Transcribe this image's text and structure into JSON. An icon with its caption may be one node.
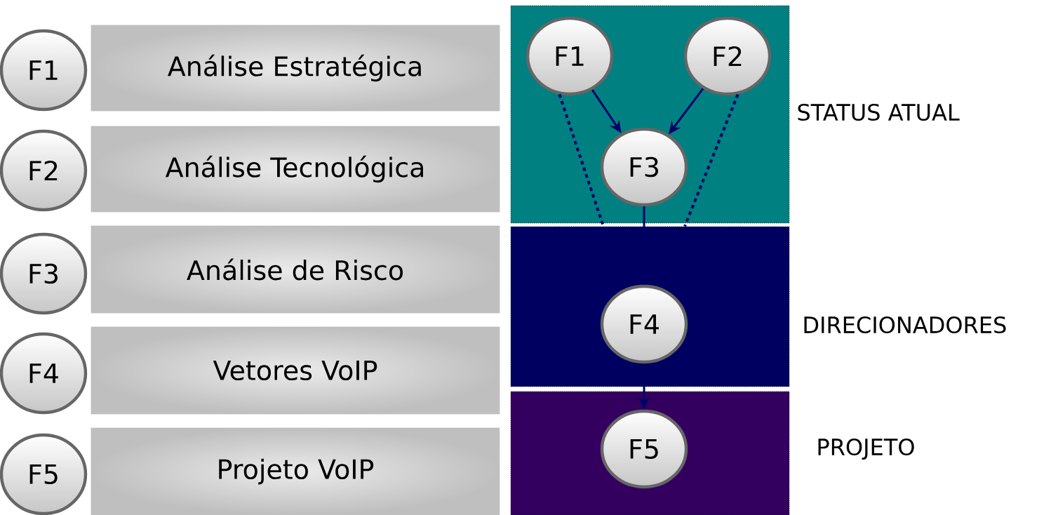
{
  "diagram": {
    "nodes": [
      {
        "text": [
          "F1"
        ]
      },
      {
        "text": [
          "Análise Estratégica"
        ]
      },
      {
        "text": [
          "F2"
        ]
      },
      {
        "text": [
          "Análise Tecnológica"
        ]
      },
      {
        "text": [
          "F3"
        ]
      },
      {
        "text": [
          "Análise de Risco"
        ]
      },
      {
        "text": [
          "F4"
        ]
      },
      {
        "text": [
          "Vetores VoIP"
        ]
      },
      {
        "text": [
          "F5"
        ]
      },
      {
        "text": [
          "Projeto VoIP"
        ]
      },
      {
        "text": [
          "STATUS ATUAL"
        ]
      },
      {
        "text": [
          "DIRECIONADORES"
        ]
      },
      {
        "text": [
          "PROJETO"
        ]
      },
      {
        "text": [
          "F1"
        ],
        "in": 10
      },
      {
        "text": [
          "F2"
        ],
        "in": 10
      },
      {
        "text": [
          "F3"
        ],
        "in": 10
      },
      {
        "text": [
          "F4"
        ],
        "in": 11
      },
      {
        "text": [
          "F5"
        ],
        "in": 12
      }
    ],
    "edges": [
      {
        "from": 13,
        "to": 15,
        "arrow": "to"
      },
      {
        "from": 14,
        "to": 15,
        "arrow": "to"
      },
      {
        "from": 13,
        "to": 11,
        "arrow": "none",
        "style": "dashed"
      },
      {
        "from": 14,
        "to": 11,
        "arrow": "none",
        "style": "dashed"
      },
      {
        "from": 15,
        "to": 16,
        "arrow": "none"
      },
      {
        "from": 16,
        "to": 17,
        "arrow": "to"
      }
    ]
  }
}
